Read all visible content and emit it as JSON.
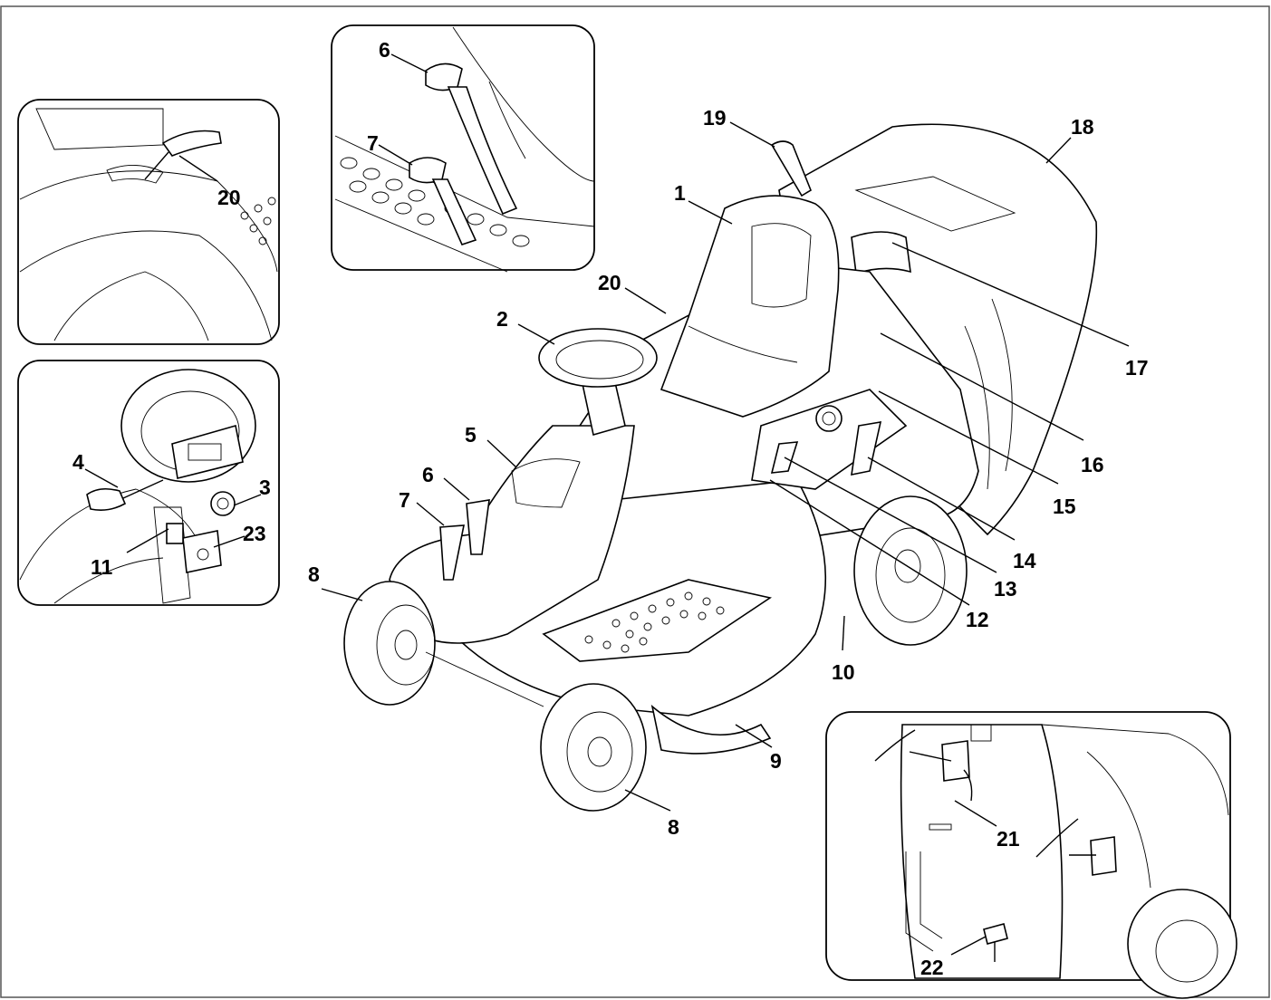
{
  "labels": {
    "main": {
      "seat": "1",
      "steering_wheel": "2",
      "hood": "5",
      "pedal_upper": "6",
      "pedal_lower": "7",
      "front_wheel_left": "8",
      "front_wheel_right": "8",
      "deck_front": "9",
      "deck_side": "10",
      "control_12": "12",
      "control_13": "13",
      "control_14": "14",
      "control_15": "15",
      "control_16": "16",
      "grass_bag_handle": "17",
      "grass_bag": "18",
      "lever_19": "19",
      "body_edge_20": "20"
    },
    "inset_pedals": {
      "pedal_upper": "6",
      "pedal_lower": "7"
    },
    "inset_lever": {
      "lever": "20"
    },
    "inset_dashboard": {
      "lever_4": "4",
      "key_3": "3",
      "item_11": "11",
      "item_23": "23"
    },
    "inset_rear": {
      "bracket_21": "21",
      "latch_22": "22"
    }
  }
}
